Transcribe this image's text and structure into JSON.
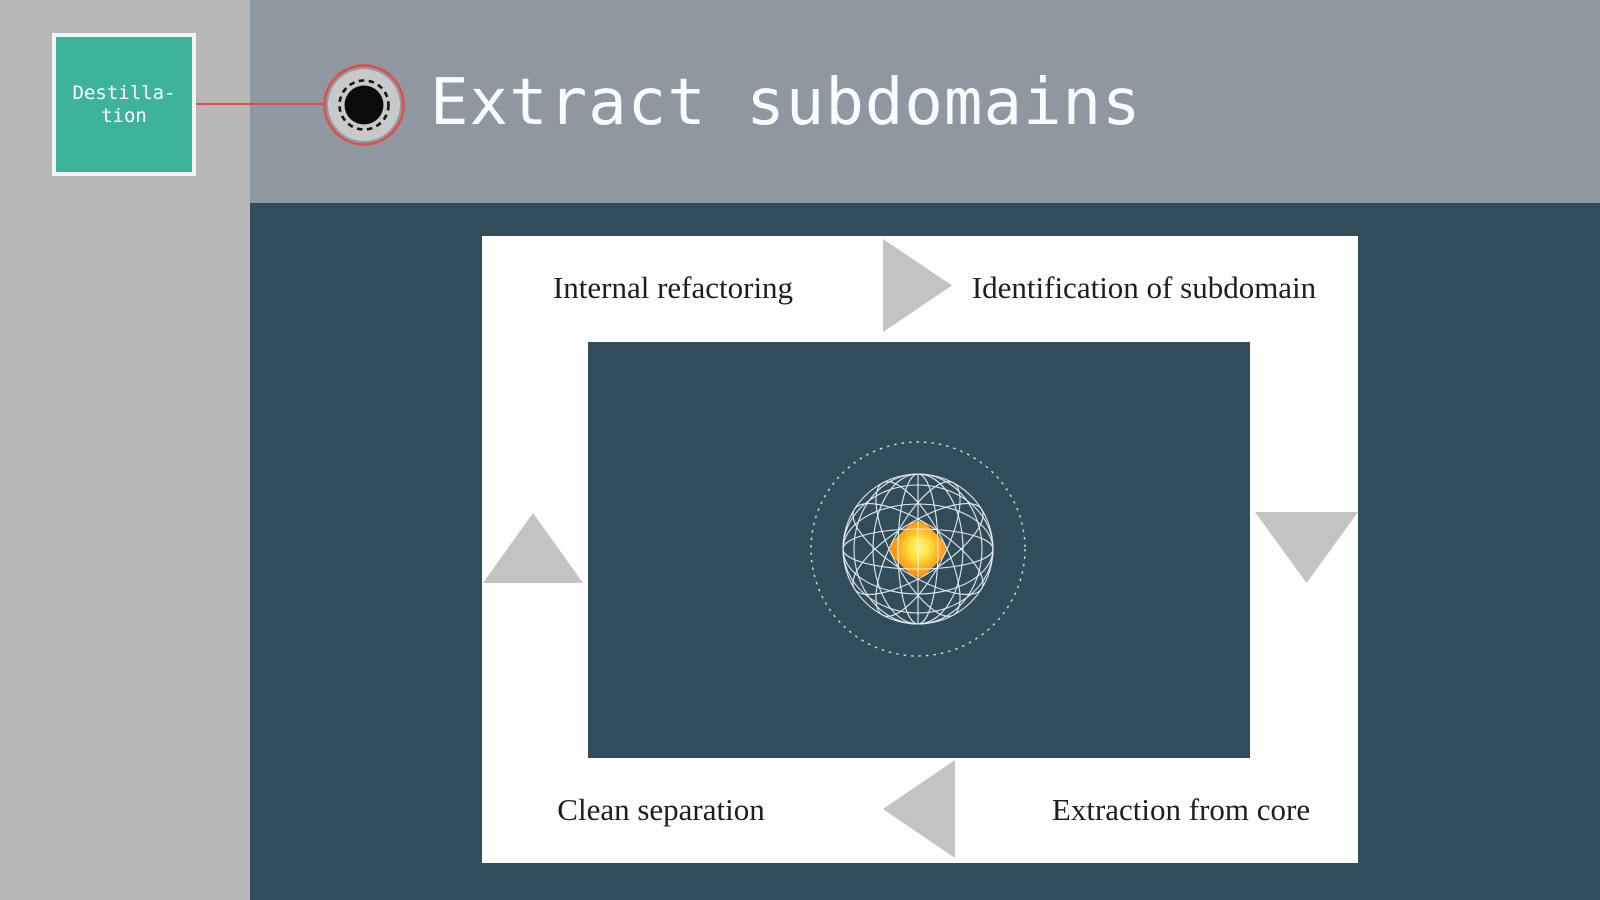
{
  "slide": {
    "title": "Extract subdomains"
  },
  "sidebar": {
    "callout": {
      "line1": "Destilla-",
      "line2": "tion"
    }
  },
  "diagram": {
    "cycle_steps": [
      {
        "id": "internal-refactoring",
        "label": "Internal refactoring"
      },
      {
        "id": "identification-of-subdomain",
        "label": "Identification of subdomain"
      },
      {
        "id": "extraction-from-core",
        "label": "Extraction from core"
      },
      {
        "id": "clean-separation",
        "label": "Clean separation"
      }
    ],
    "arrows": [
      {
        "position": "top",
        "direction": "right"
      },
      {
        "position": "right",
        "direction": "down"
      },
      {
        "position": "bottom",
        "direction": "left"
      },
      {
        "position": "left",
        "direction": "up"
      }
    ]
  },
  "icons": {
    "marker": "target-marker-icon",
    "center_graphic": "wireframe-sphere-with-orange-core",
    "orbit": "dotted-orbit-ring"
  },
  "colors": {
    "background_dark": "#314d5c",
    "sidebar_gray": "#b7b7b7",
    "header_gray": "#8f98a0",
    "frame_white": "#fdfdfd",
    "arrow_gray": "#c3c3c3",
    "callout_teal": "#3eb39b",
    "connector_red": "#e8493f",
    "title_text": "#fafbfc",
    "label_text": "#1e1e1e",
    "core_orange": "#ff8d0e",
    "core_yellow": "#fff489"
  }
}
